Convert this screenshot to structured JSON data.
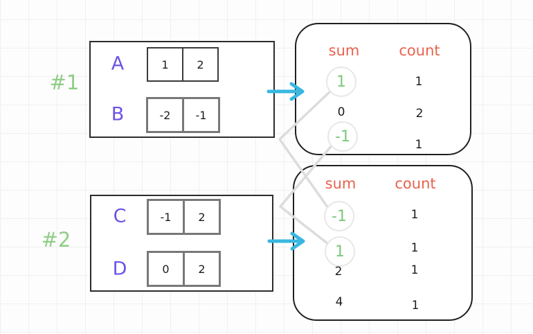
{
  "labels": {
    "group1": "#1",
    "group2": "#2"
  },
  "groups": {
    "g1": {
      "rows": [
        {
          "label": "A",
          "cells": [
            "1",
            "2"
          ]
        },
        {
          "label": "B",
          "cells": [
            "-2",
            "-1"
          ]
        }
      ]
    },
    "g2": {
      "rows": [
        {
          "label": "C",
          "cells": [
            "-1",
            "2"
          ]
        },
        {
          "label": "D",
          "cells": [
            "0",
            "2"
          ]
        }
      ]
    }
  },
  "tables": {
    "t1": {
      "sum_header": "sum",
      "count_header": "count",
      "rows": [
        {
          "sum": "1",
          "count": "1",
          "highlighted": true
        },
        {
          "sum": "0",
          "count": "2",
          "highlighted": false
        },
        {
          "sum": "-1",
          "count": "1",
          "highlighted": true
        }
      ]
    },
    "t2": {
      "sum_header": "sum",
      "count_header": "count",
      "rows": [
        {
          "sum": "-1",
          "count": "1",
          "highlighted": true
        },
        {
          "sum": "1",
          "count": "1",
          "highlighted": true
        },
        {
          "sum": "2",
          "count": "1",
          "highlighted": false
        },
        {
          "sum": "4",
          "count": "1",
          "highlighted": false
        }
      ]
    }
  },
  "icons": {
    "arrow_1": "arrow-right",
    "arrow_2": "arrow-right",
    "connector_1": "match 1 to -1",
    "connector_2": "match -1 to 1"
  },
  "colors": {
    "group_label_green": "#90cd87",
    "letter_purple": "#6d52e6",
    "header_orange": "#e8624e",
    "highlight_green": "#7cc77a",
    "arrow_cyan": "#38b7e0",
    "connector_gray": "#dcdcdc",
    "text_black": "#1b1b1b"
  }
}
